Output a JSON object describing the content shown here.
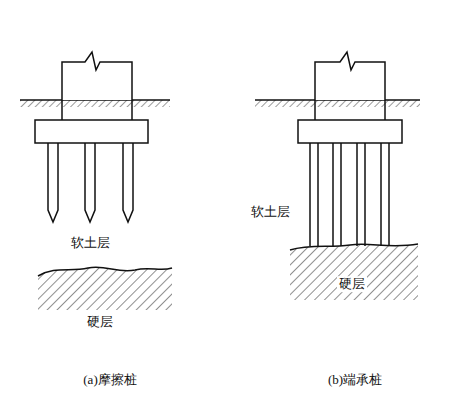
{
  "diagram": {
    "labels": [
      "软土层",
      "硬层",
      "(a)摩擦桩",
      "软土层",
      "硬层",
      "(b)端承桩"
    ]
  }
}
